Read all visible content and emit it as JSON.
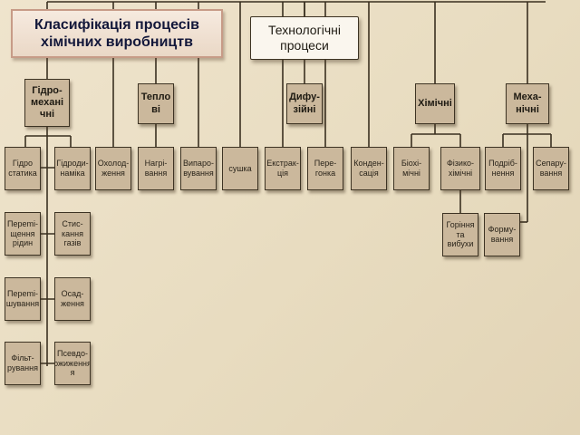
{
  "title": "Класифікація процесів\nхімічних виробництв",
  "root": "Технологічні\nпроцеси",
  "categories": {
    "hydro": "Гідро-\nмехані\nчні",
    "thermal": "Тепло\nві",
    "diffusion": "Дифу-\nзійні",
    "chemical": "Хімічні",
    "mechanical": "Меха-\nнічні"
  },
  "nodes": {
    "hydrostatics": "Гідро\nстатика",
    "hydrodynamics": "Гідроди-\nнаміка",
    "liquid_mixing": "Переmі-\nщення\nрідин",
    "gas_compression": "Стис-\nкання\nгазів",
    "mixing": "Переmі-\nшування",
    "sedimentation": "Осад-\nження",
    "filtration": "Фільт-\nрування",
    "pseudo_liquefaction": "Псевдо-\nожиження\nя",
    "cooling": "Охолод-\nження",
    "heating": "Нагрі-\nвання",
    "evaporation": "Випаро-\nвування",
    "drying": "сушка",
    "extraction": "Екстрак-\nція",
    "distillation": "Пере-\nгонка",
    "condensation": "Конден-\nсація",
    "biochemical": "Біохі-\nмічні",
    "physicochemical": "Фізико-\nхімічні",
    "combustion": "Горіння\nта\nвибухи",
    "grinding": "Подріб-\nнення",
    "separation": "Сепару-\nвання",
    "forming": "Форму-\nвання"
  }
}
